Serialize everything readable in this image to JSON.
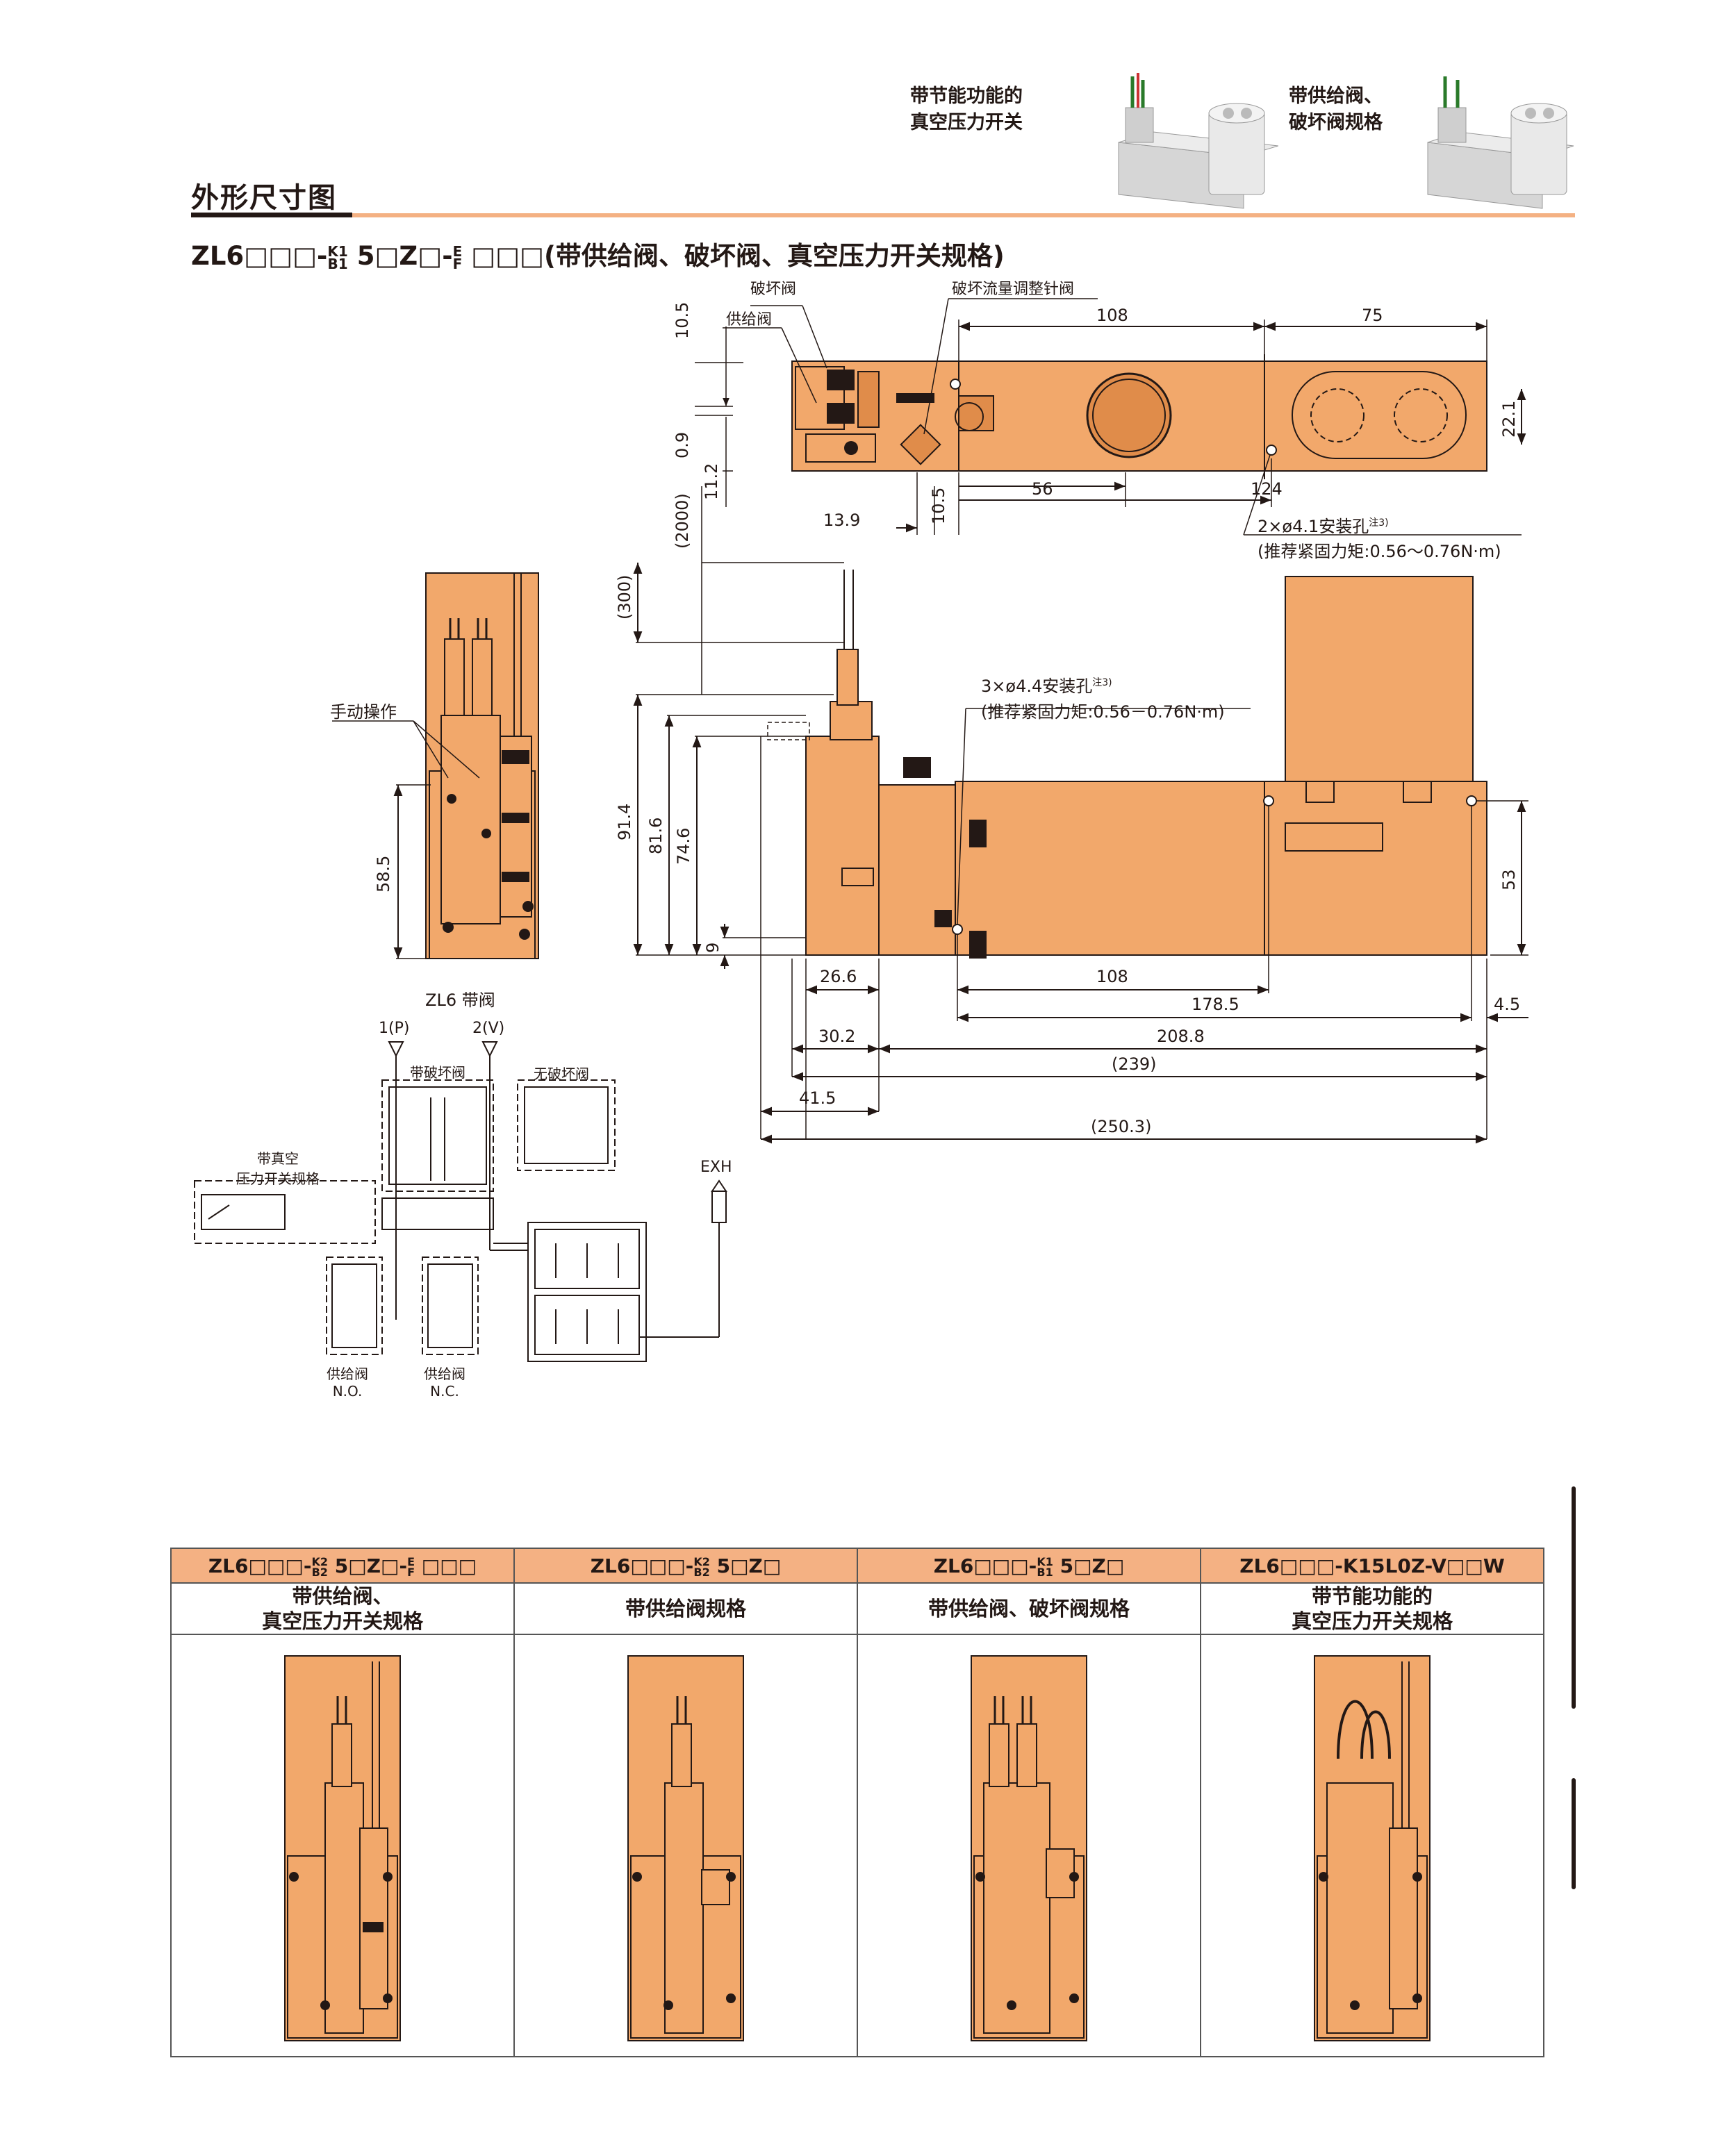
{
  "header": {
    "photo1_caption": [
      "带节能功能的",
      "真空压力开关"
    ],
    "photo2_caption": [
      "带供给阀、",
      "破坏阀规格"
    ]
  },
  "section": {
    "title": "外形尺寸图",
    "model_code": "ZL6□□□-K1B1 5□Z□-EF □□□(带供给阀、破坏阀、真空压力开关规格)",
    "model_prefix": "ZL6□□□-",
    "model_sup1": "K1",
    "model_sub1": "B1",
    "model_mid": "5□Z□-",
    "model_sup2": "E",
    "model_sub2": "F",
    "model_suffix": "□□□(带供给阀、破坏阀、真空压力开关规格)"
  },
  "top_view": {
    "labels": {
      "break_valve": "破坏阀",
      "supply_valve": "供给阀",
      "needle_valve": "破坏流量调整针阀"
    },
    "dims": {
      "d108": "108",
      "d75": "75",
      "d10_5": "10.5",
      "d0_9": "0.9",
      "d11_2": "11.2",
      "d2000": "(2000)",
      "d22_1": "22.1",
      "d56": "56",
      "d124": "124",
      "d13_9": "13.9",
      "d10_5b": "10.5"
    },
    "hole_note": "2×ø4.1安装孔",
    "hole_note_sup": "注3)",
    "torque_note": "(推荐紧固力矩:0.56～0.76N·m)"
  },
  "side_view": {
    "manual_label": "手动操作",
    "caption": "ZL6 带阀",
    "dims": {
      "d58_5": "58.5"
    }
  },
  "front_view": {
    "hole_note": "3×ø4.4安装孔",
    "hole_note_sup": "注3)",
    "torque_note": "(推荐紧固力矩:0.56－0.76N·m)",
    "dims": {
      "d300": "(300)",
      "d91_4": "91.4",
      "d81_6": "81.6",
      "d74_6": "74.6",
      "d9": "9",
      "d53": "53",
      "d26_6": "26.6",
      "d108": "108",
      "d178_5": "178.5",
      "d4_5": "4.5",
      "d30_2": "30.2",
      "d208_8": "208.8",
      "d239": "(239)",
      "d41_5": "41.5",
      "d250_3": "(250.3)"
    }
  },
  "schematic": {
    "port_p": "1(P)",
    "port_v": "2(V)",
    "with_break": "带破坏阀",
    "without_break": "无破坏阀",
    "vac_switch": [
      "带真空",
      "压力开关规格"
    ],
    "exh": "EXH",
    "supply_no": [
      "供给阀",
      "N.O."
    ],
    "supply_nc": [
      "供给阀",
      "N.C."
    ]
  },
  "bottom_table": {
    "models": [
      {
        "prefix": "ZL6□□□-",
        "sup": "K2",
        "sub": "B2",
        "mid": "5□Z□-",
        "sup2": "E",
        "sub2": "F",
        "suffix": "□□□"
      },
      {
        "prefix": "ZL6□□□-",
        "sup": "K2",
        "sub": "B2",
        "mid": "5□Z□",
        "sup2": "",
        "sub2": "",
        "suffix": ""
      },
      {
        "prefix": "ZL6□□□-",
        "sup": "K1",
        "sub": "B1",
        "mid": "5□Z□",
        "sup2": "",
        "sub2": "",
        "suffix": ""
      },
      {
        "prefix": "ZL6□□□-K15L0Z-V□□W",
        "sup": "",
        "sub": "",
        "mid": "",
        "sup2": "",
        "sub2": "",
        "suffix": ""
      }
    ],
    "descriptions": [
      [
        "带供给阀、",
        "真空压力开关规格"
      ],
      [
        "带供给阀规格"
      ],
      [
        "带供给阀、破坏阀规格"
      ],
      [
        "带节能功能的",
        "真空压力开关规格"
      ]
    ]
  },
  "colors": {
    "body": "#f2a86b",
    "body_dark": "#e08c4a",
    "rule": "#f4b183",
    "line": "#231815"
  }
}
